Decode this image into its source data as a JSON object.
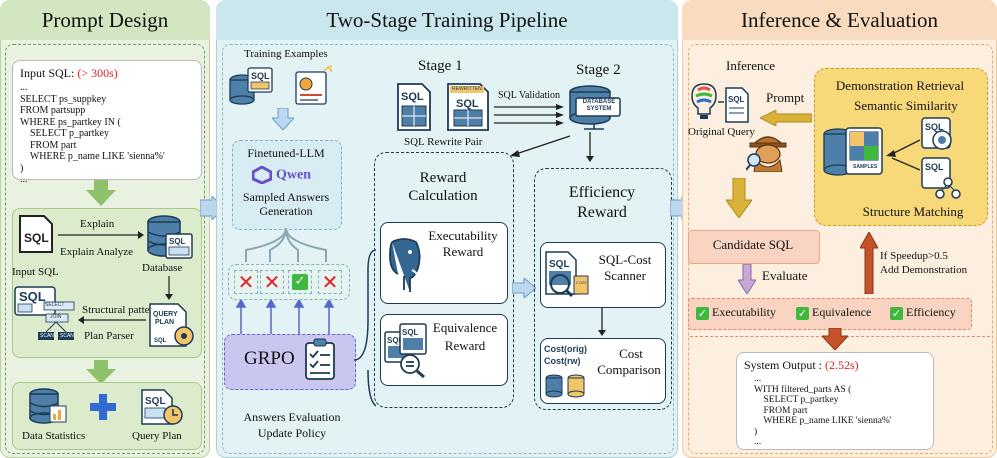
{
  "panels": {
    "left_title": "Prompt Design",
    "mid_title": "Two-Stage Training Pipeline",
    "right_title": "Inference & Evaluation"
  },
  "prompt": {
    "input_label": "Input SQL: ",
    "input_time": "(> 300s)",
    "code_lines": [
      "...",
      "SELECT ps_suppkey",
      "FROM partsupp",
      "WHERE ps_partkey IN (",
      "    SELECT p_partkey",
      "    FROM part",
      "    WHERE p_name LIKE 'sienna%'",
      ")",
      "..."
    ],
    "explain": "Explain",
    "explain_analyze": "Explain Analyze",
    "input_sql": "Input SQL",
    "database": "Database",
    "structural_patterns": "Structural patterns",
    "plan_parser": "Plan Parser",
    "data_statistics": "Data Statistics",
    "query_plan": "Query Plan",
    "sql_icon": "SQL",
    "query_plan_icon": "QUERY PLAN",
    "select_tag": "SELECT",
    "join_tag": "JOIN",
    "scan_tag": "SCAN"
  },
  "training": {
    "training_examples": "Training Examples",
    "finetuned_llm": "Finetuned-LLM",
    "qwen": "Qwen",
    "sampled_answers": "Sampled  Answers",
    "generation": "Generation",
    "grpo": "GRPO",
    "answers_evaluation": "Answers Evaluation",
    "update_policy": "Update Policy",
    "stage1": "Stage 1",
    "stage2": "Stage 2",
    "sql_rewrite_pair": "SQL Rewrite Pair",
    "sql_validation": "SQL Validation",
    "database_system": "DATABASE SYSTEM",
    "reward_calc_1": "Reward",
    "reward_calc_2": "Calculation",
    "exec_reward_1": "Executability",
    "exec_reward_2": "Reward",
    "equiv_reward_1": "Equivalence",
    "equiv_reward_2": "Reward",
    "eff_reward_1": "Efficiency",
    "eff_reward_2": "Reward",
    "sql_cost_1": "SQL-Cost",
    "sql_cost_2": "Scanner",
    "cost_1": "Cost",
    "cost_2": "Comparison",
    "cost_orig": "Cost(orig)",
    "cost_rw": "Cost(rw)",
    "rewritten_tag": "REWRITTEN",
    "cost_tag": "COST"
  },
  "inference": {
    "inference": "Inference",
    "prompt": "Prompt",
    "original_query": "Original Query",
    "demo_retrieval": "Demonstration Retrieval",
    "semantic_similarity": "Semantic Similarity",
    "structure_matching": "Structure Matching",
    "samples": "SAMPLES",
    "candidate_sql": "Candidate SQL",
    "evaluate": "Evaluate",
    "if_speedup": "If Speedup>0.5",
    "add_demo": "Add Demonstration",
    "executability": "Executability",
    "equivalence": "Equivalence",
    "efficiency": "Efficiency",
    "system_output_label": "System Output : ",
    "system_output_time": "(2.52s)",
    "output_lines": [
      "...",
      "WITH filtered_parts AS (",
      "    SELECT p_partkey",
      "    FROM part",
      "    WHERE p_name LIKE 'sienna%'",
      ")",
      "..."
    ]
  },
  "colors": {
    "green_panel": "#e6f1dc",
    "green_header": "#cfe3bd",
    "blue_panel": "#dff0f3",
    "blue_header": "#c9e6ec",
    "orange_panel": "#fbeedd",
    "orange_header": "#f8d9bb",
    "red_time": "#e02020",
    "grpo_fill": "#c8c6ef",
    "yellow_demo": "#f8d97a"
  }
}
